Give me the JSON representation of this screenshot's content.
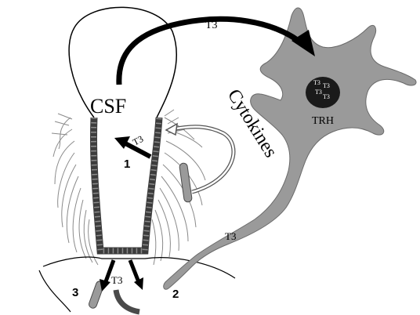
{
  "labels": {
    "csf": "CSF",
    "cytokines": "Cytokines",
    "trh": "TRH",
    "t3_top": "T3",
    "t3_neuron": "T3",
    "t3_bottom": "T3",
    "t3_arrow1": "T3",
    "t3_cell_1": "T3",
    "t3_cell_2": "T3",
    "t3_cell_3": "T3",
    "t3_cell_4": "T3",
    "num_1": "1",
    "num_2": "2",
    "num_3": "3"
  },
  "colors": {
    "neuron_fill": "#9a9a9a",
    "nucleus_fill": "#1a1a1a",
    "tanycyte_fill": "#6e6e6e",
    "process_stroke": "#8a8a8a",
    "arrow": "#000000"
  }
}
